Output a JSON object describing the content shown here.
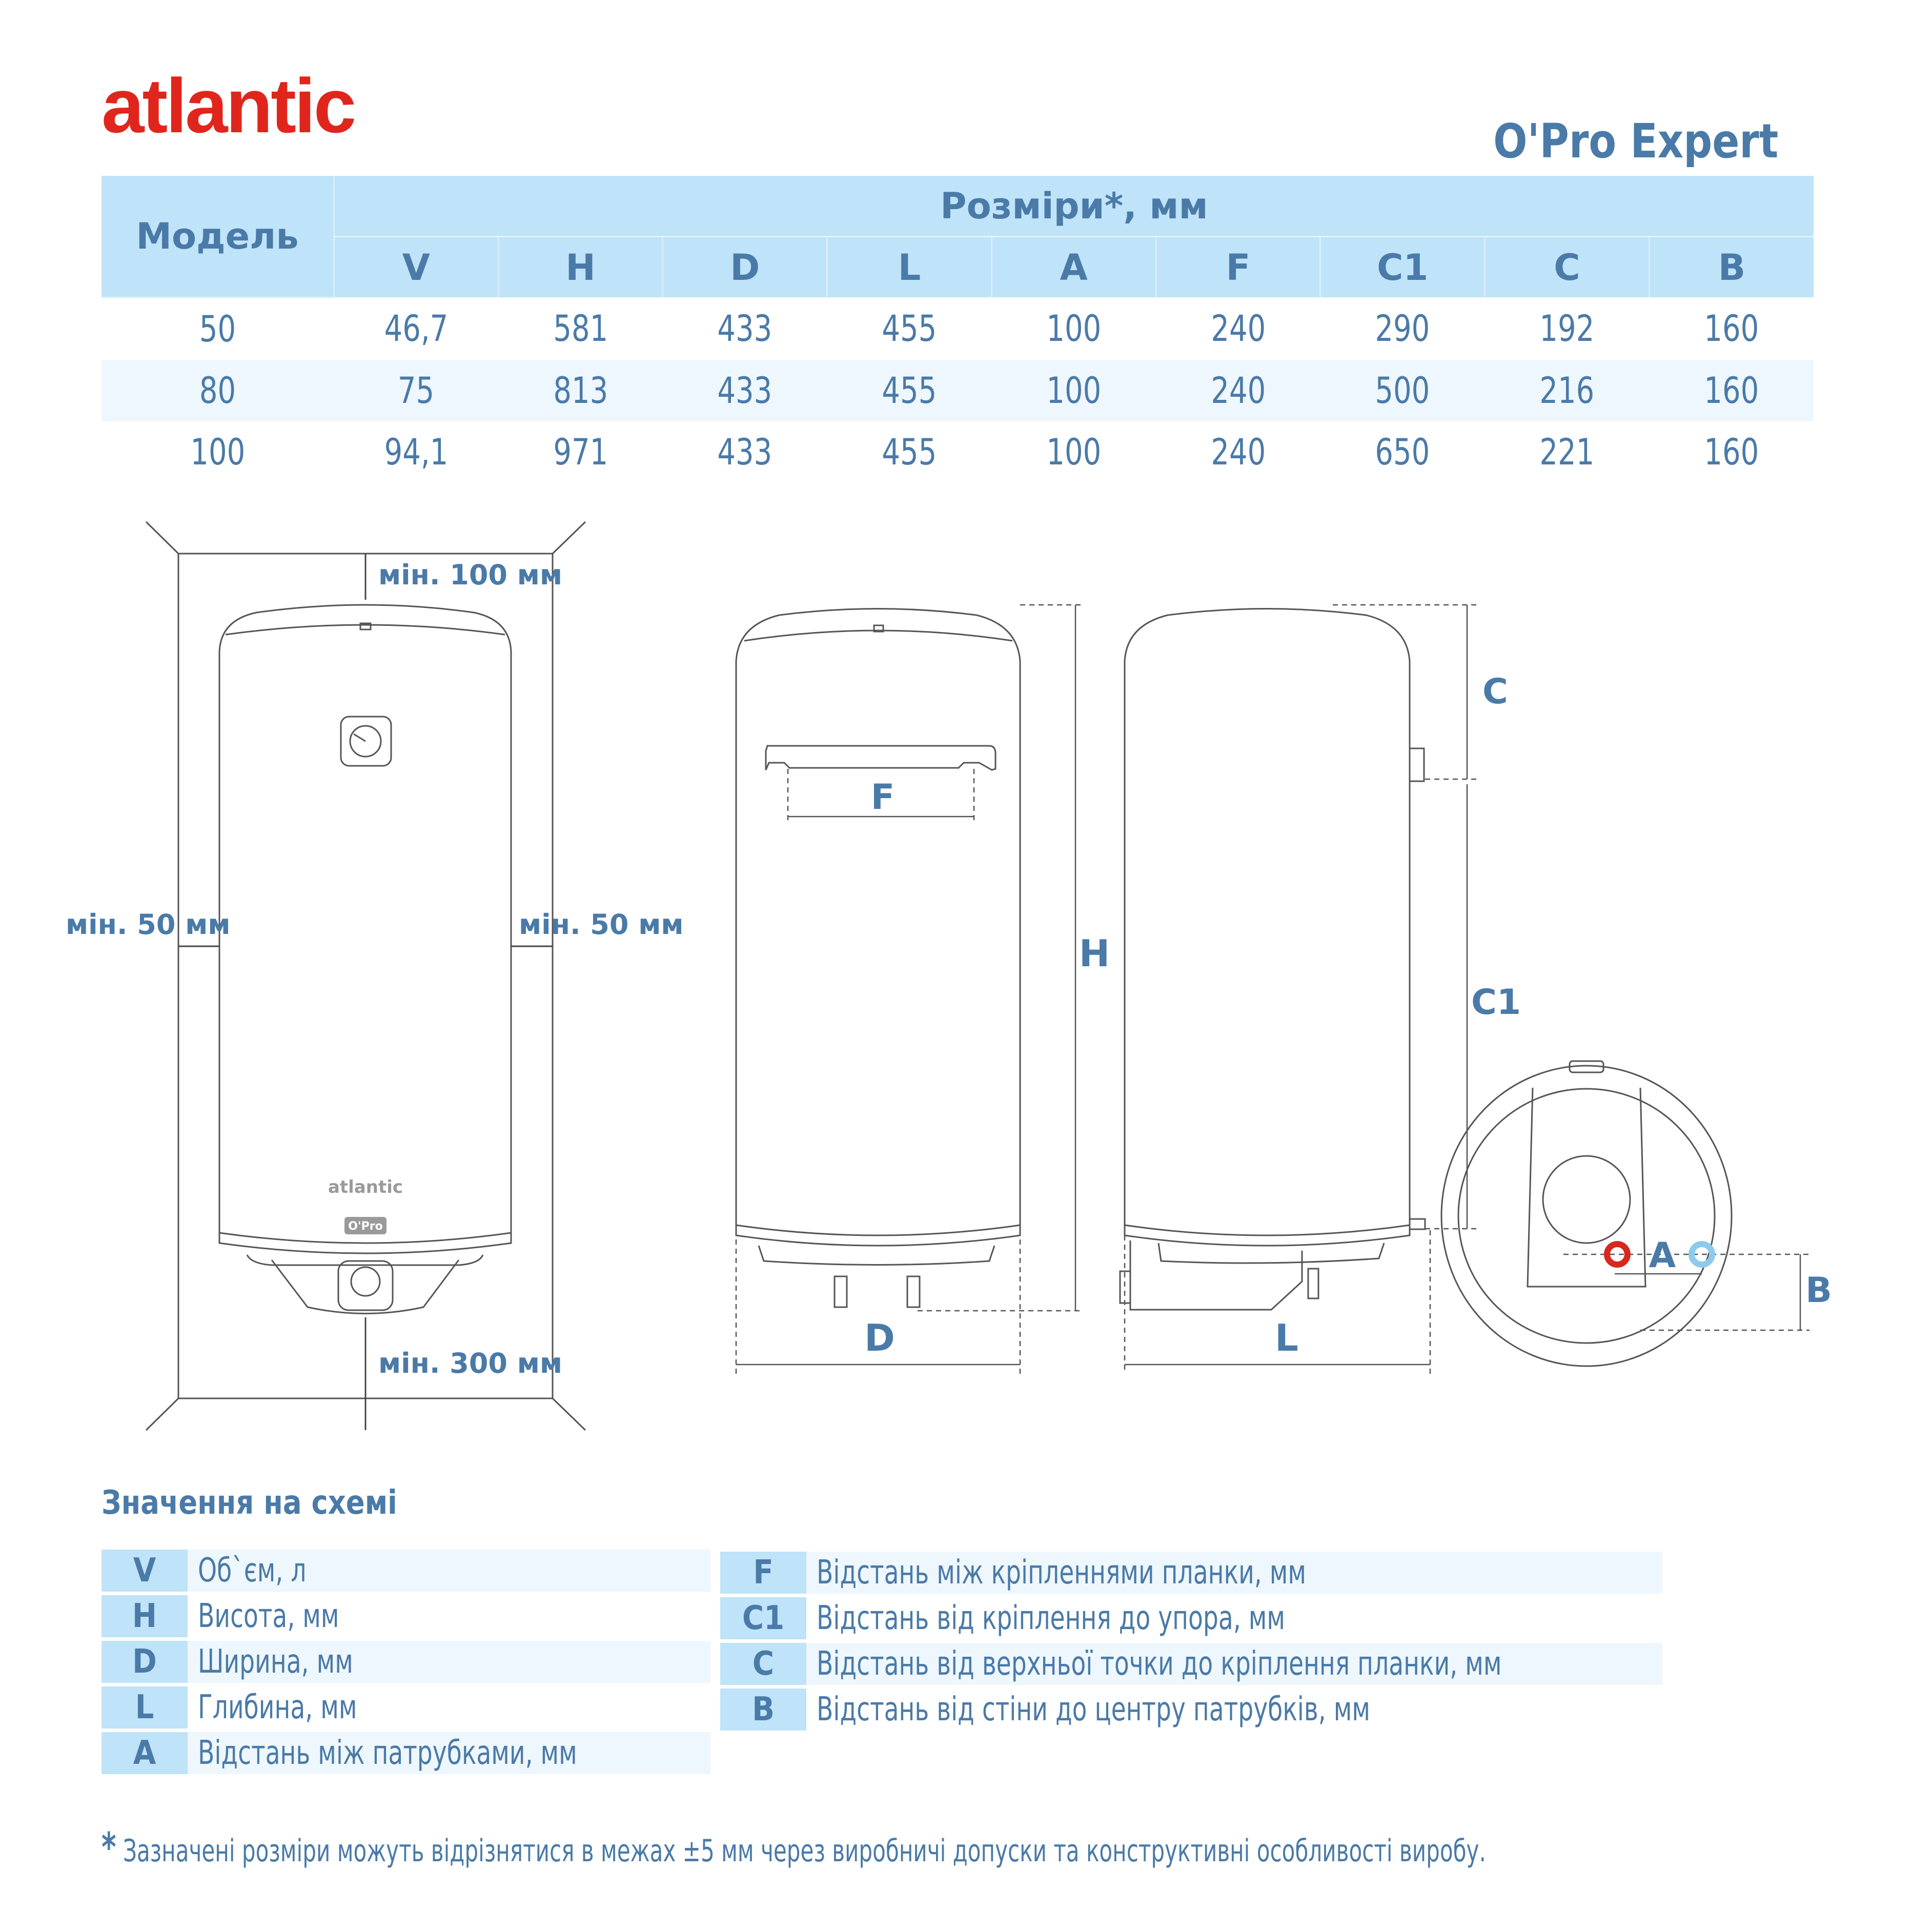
{
  "brand": {
    "logo_text": "atlantic",
    "logo_color": "#e0261c"
  },
  "product_title": "O'Pro Expert",
  "spec_table": {
    "model_header": "Модель",
    "group_header": "Розміри*, мм",
    "columns": [
      "V",
      "H",
      "D",
      "L",
      "A",
      "F",
      "C1",
      "C",
      "B"
    ],
    "rows": [
      {
        "model": "50",
        "values": [
          "46,7",
          "581",
          "433",
          "455",
          "100",
          "240",
          "290",
          "192",
          "160"
        ]
      },
      {
        "model": "80",
        "values": [
          "75",
          "813",
          "433",
          "455",
          "100",
          "240",
          "500",
          "216",
          "160"
        ]
      },
      {
        "model": "100",
        "values": [
          "94,1",
          "971",
          "433",
          "455",
          "100",
          "240",
          "650",
          "221",
          "160"
        ]
      }
    ]
  },
  "diagram": {
    "front_clearances": {
      "top": "мін. 100 мм",
      "left": "мін. 50 мм",
      "right": "мін. 50 мм",
      "bottom": "мін. 300 мм"
    },
    "heater_logo": "atlantic",
    "heater_badge": "O'Pro",
    "back_view_labels": {
      "bracket": "F",
      "height": "H",
      "width": "D"
    },
    "side_view_labels": {
      "top_to_bracket": "C",
      "bracket_to_stop": "C1",
      "depth": "L"
    },
    "bottom_view_labels": {
      "pipes": "A",
      "wall_to_pipes": "B"
    }
  },
  "legend": {
    "title": "Значення на схемі",
    "left": [
      {
        "key": "V",
        "text": "Об`єм, л"
      },
      {
        "key": "H",
        "text": "Висота, мм"
      },
      {
        "key": "D",
        "text": "Ширина, мм"
      },
      {
        "key": "L",
        "text": "Глибина, мм"
      },
      {
        "key": "A",
        "text": "Відстань між патрубками, мм"
      }
    ],
    "right": [
      {
        "key": "F",
        "text": "Відстань між кріпленнями планки, мм"
      },
      {
        "key": "C1",
        "text": "Відстань від кріплення до упора, мм"
      },
      {
        "key": "C",
        "text": "Відстань від верхньої точки до кріплення планки, мм"
      },
      {
        "key": "B",
        "text": "Відстань від стіни до центру патрубків, мм"
      }
    ]
  },
  "footnote": {
    "mark": "*",
    "text": " Зазначені розміри можуть відрізнятися в межах ±5 мм через виробничі допуски та конструктивні особливості виробу."
  },
  "colors": {
    "accent": "#4a7aa8",
    "header_bg": "#bfe3f8",
    "row_alt": "#eef7fd",
    "hot": "#d9271d",
    "cold": "#8ccbed"
  }
}
